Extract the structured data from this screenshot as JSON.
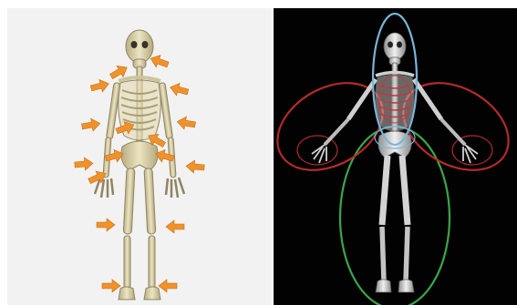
{
  "figure": {
    "panels": [
      {
        "id": "left",
        "description_name": "skeleton-with-arrows",
        "background": "#f2f2f2",
        "bone_color": "#d9d0a8",
        "arrow_color": "#f0922b"
      },
      {
        "id": "right",
        "description_name": "skeleton-with-region-ellipses",
        "background": "#020202",
        "bone_color": "#d8d8d8",
        "ellipse_colors": {
          "torso_head": "#7ab6d8",
          "arms": "#b32b2b",
          "legs": "#3aa64a",
          "ribs": "#c23a3a"
        }
      }
    ]
  }
}
